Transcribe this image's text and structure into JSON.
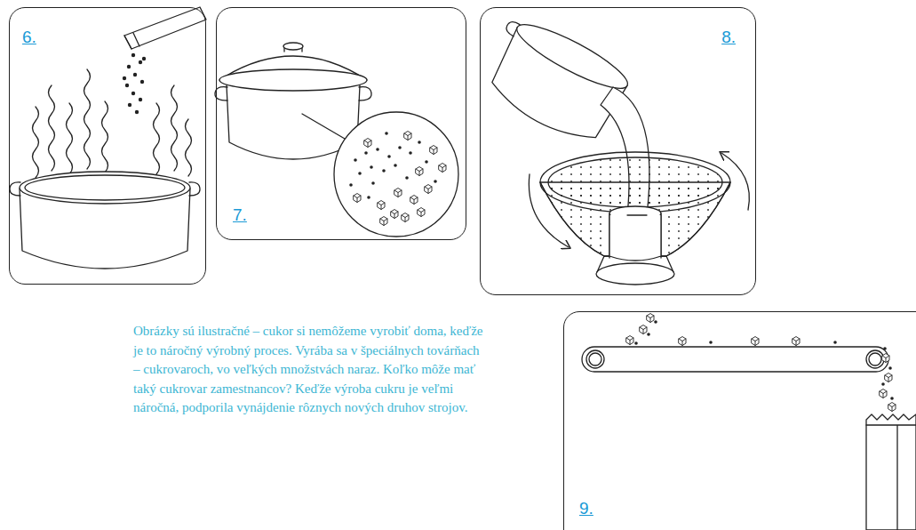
{
  "diagram": {
    "nodes": [
      {
        "text": [
          "6."
        ]
      },
      {
        "text": [
          "7."
        ]
      },
      {
        "text": [
          "8."
        ]
      },
      {
        "text": [
          "9."
        ]
      }
    ],
    "labels": [
      "Obrázky sú ilustračné – cukor si nemôžeme vyrobiť doma, keďže je to náročný výrobný proces. Vyrába sa v špeciálnych továrňach – cukrovaroch, vo veľkých množstvách naraz. Koľko môže mať taký cukrovar zamestnancov? Keďže výroba cukru je veľmi náročná, podporila vynájdenie rôznych nových druhov strojov."
    ]
  }
}
